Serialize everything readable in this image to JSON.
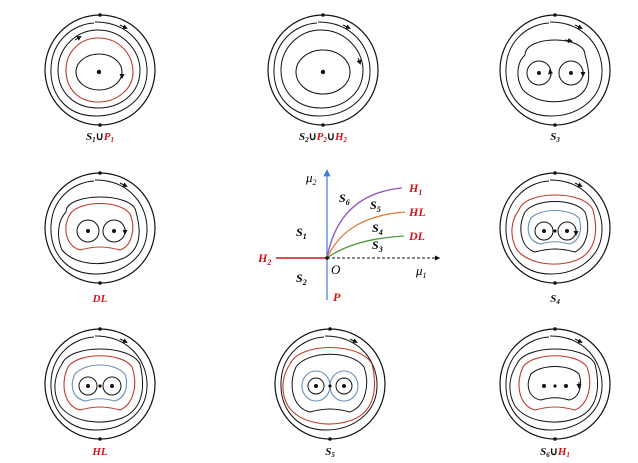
{
  "colors": {
    "orbit": "#111111",
    "red_orbit": "#c0392b",
    "blue_orbit": "#6a8fb5",
    "red_text": "#d0141c",
    "axis_blue": "#3a7fd6",
    "h1_curve": "#8e4fbf",
    "hl_curve": "#e07b39",
    "dl_curve": "#4e9a3a",
    "h2_line": "#d0141c"
  },
  "portraits": [
    {
      "id": "p1",
      "caption_parts": [
        {
          "t": "S",
          "c": "black"
        },
        {
          "t": "1",
          "c": "black",
          "sub": true
        },
        {
          "t": "∪",
          "c": "black"
        },
        {
          "t": "P",
          "c": "red"
        },
        {
          "t": "1",
          "c": "red",
          "sub": true
        }
      ]
    },
    {
      "id": "p2",
      "caption_parts": [
        {
          "t": "S",
          "c": "black"
        },
        {
          "t": "2",
          "c": "black",
          "sub": true
        },
        {
          "t": "∪",
          "c": "black"
        },
        {
          "t": "P",
          "c": "red"
        },
        {
          "t": "2",
          "c": "red",
          "sub": true
        },
        {
          "t": "∪",
          "c": "black"
        },
        {
          "t": "H",
          "c": "red"
        },
        {
          "t": "2",
          "c": "red",
          "sub": true
        }
      ]
    },
    {
      "id": "p3",
      "caption_parts": [
        {
          "t": "S",
          "c": "black"
        },
        {
          "t": "3",
          "c": "black",
          "sub": true
        }
      ]
    },
    {
      "id": "p4",
      "caption_parts": [
        {
          "t": "DL",
          "c": "red"
        }
      ]
    },
    {
      "id": "p5",
      "caption_parts": [
        {
          "t": "S",
          "c": "black"
        },
        {
          "t": "4",
          "c": "black",
          "sub": true
        }
      ]
    },
    {
      "id": "p6",
      "caption_parts": [
        {
          "t": "HL",
          "c": "red"
        }
      ]
    },
    {
      "id": "p7",
      "caption_parts": [
        {
          "t": "S",
          "c": "black"
        },
        {
          "t": "5",
          "c": "black",
          "sub": true
        }
      ]
    },
    {
      "id": "p8",
      "caption_parts": [
        {
          "t": "S",
          "c": "black"
        },
        {
          "t": "6",
          "c": "black",
          "sub": true
        },
        {
          "t": "∪",
          "c": "black"
        },
        {
          "t": "H",
          "c": "red"
        },
        {
          "t": "1",
          "c": "red",
          "sub": true
        }
      ]
    }
  ],
  "bifurcation": {
    "axis_x_label": "μ1",
    "axis_y_label": "μ2",
    "origin_label": "O",
    "curves": {
      "h1": "H1",
      "hl": "HL",
      "dl": "DL",
      "h2": "H2",
      "p": "P"
    },
    "regions": {
      "s1": "S1",
      "s2": "S2",
      "s3": "S3",
      "s4": "S4",
      "s5": "S5",
      "s6": "S6"
    }
  }
}
